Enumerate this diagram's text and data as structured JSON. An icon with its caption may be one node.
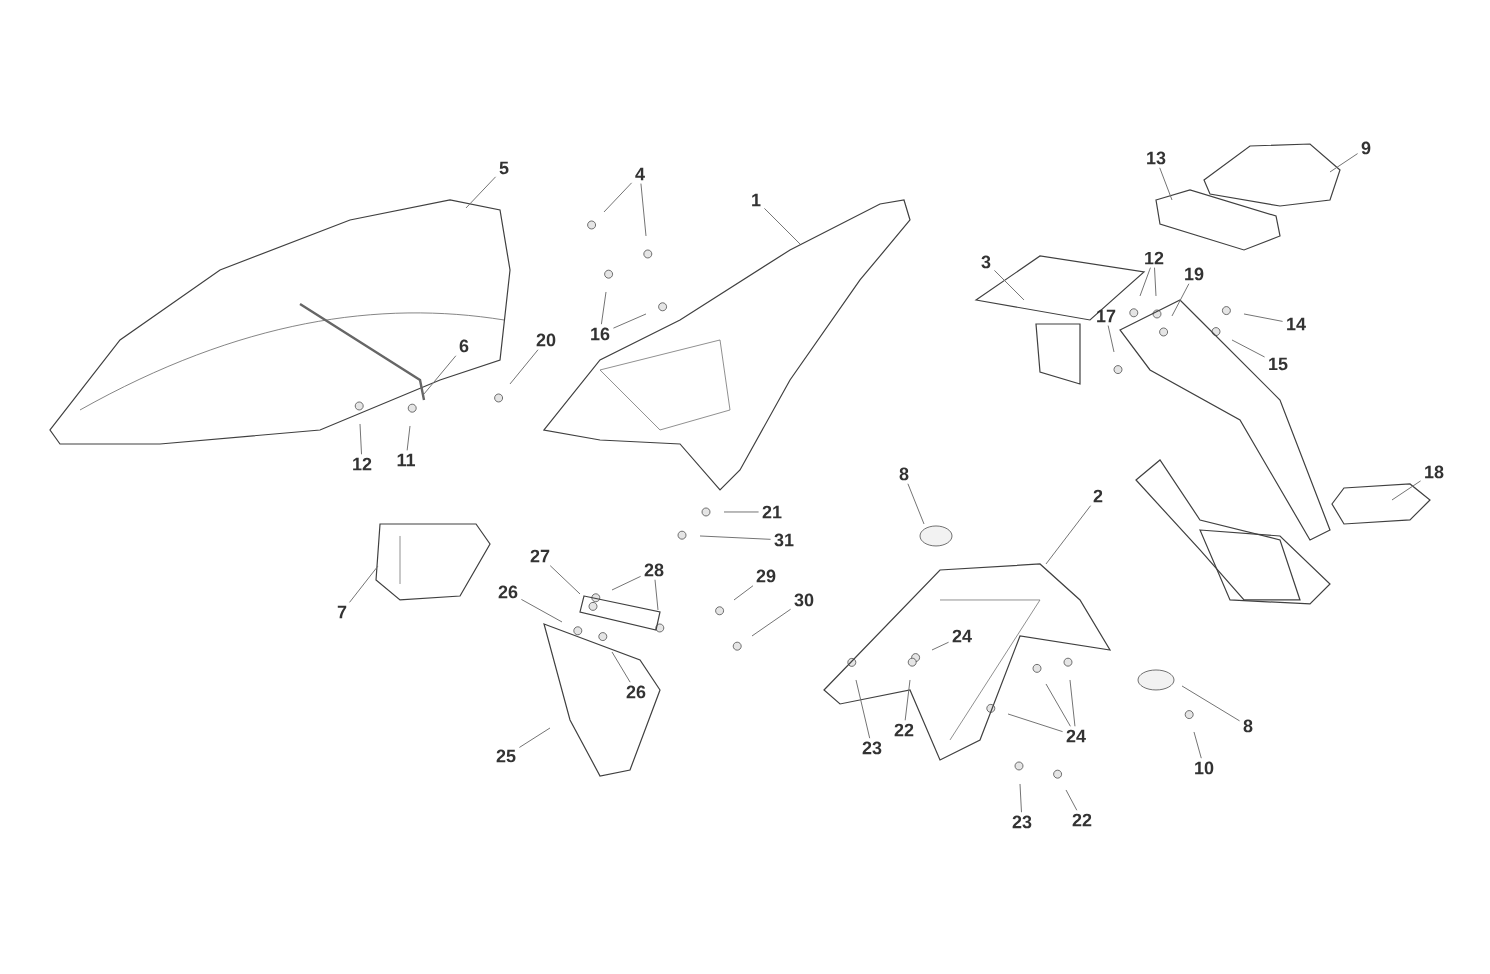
{
  "diagram": {
    "nodes": [
      {
        "text": [
          "9"
        ]
      },
      {
        "text": [
          "13"
        ]
      },
      {
        "text": [
          "5"
        ]
      },
      {
        "text": [
          "4"
        ]
      },
      {
        "text": [
          "1"
        ]
      },
      {
        "text": [
          "3"
        ]
      },
      {
        "text": [
          "12"
        ]
      },
      {
        "text": [
          "19"
        ]
      },
      {
        "text": [
          "17"
        ]
      },
      {
        "text": [
          "14"
        ]
      },
      {
        "text": [
          "16"
        ]
      },
      {
        "text": [
          "20"
        ]
      },
      {
        "text": [
          "6"
        ]
      },
      {
        "text": [
          "15"
        ]
      },
      {
        "text": [
          "12"
        ]
      },
      {
        "text": [
          "11"
        ]
      },
      {
        "text": [
          "8"
        ]
      },
      {
        "text": [
          "18"
        ]
      },
      {
        "text": [
          "2"
        ]
      },
      {
        "text": [
          "21"
        ]
      },
      {
        "text": [
          "31"
        ]
      },
      {
        "text": [
          "27"
        ]
      },
      {
        "text": [
          "28"
        ]
      },
      {
        "text": [
          "29"
        ]
      },
      {
        "text": [
          "26"
        ]
      },
      {
        "text": [
          "30"
        ]
      },
      {
        "text": [
          "7"
        ]
      },
      {
        "text": [
          "24"
        ]
      },
      {
        "text": [
          "26"
        ]
      },
      {
        "text": [
          "22"
        ]
      },
      {
        "text": [
          "8"
        ]
      },
      {
        "text": [
          "24"
        ]
      },
      {
        "text": [
          "23"
        ]
      },
      {
        "text": [
          "25"
        ]
      },
      {
        "text": [
          "10"
        ]
      },
      {
        "text": [
          "23"
        ]
      },
      {
        "text": [
          "22"
        ]
      }
    ],
    "edges": [
      {
        "from": 0,
        "to": null,
        "arrow": "none"
      },
      {
        "from": 1,
        "to": null,
        "arrow": "none"
      },
      {
        "from": 2,
        "to": null,
        "arrow": "none"
      },
      {
        "from": 3,
        "to": null,
        "arrow": "none"
      },
      {
        "from": 3,
        "to": null,
        "arrow": "none"
      },
      {
        "from": 4,
        "to": null,
        "arrow": "none"
      },
      {
        "from": 5,
        "to": null,
        "arrow": "none"
      },
      {
        "from": 6,
        "to": null,
        "arrow": "none"
      },
      {
        "from": 6,
        "to": null,
        "arrow": "none"
      },
      {
        "from": 7,
        "to": null,
        "arrow": "none"
      },
      {
        "from": 8,
        "to": null,
        "arrow": "none"
      },
      {
        "from": 9,
        "to": null,
        "arrow": "none"
      },
      {
        "from": 10,
        "to": null,
        "arrow": "none"
      },
      {
        "from": 10,
        "to": null,
        "arrow": "none"
      },
      {
        "from": 11,
        "to": null,
        "arrow": "none"
      },
      {
        "from": 12,
        "to": null,
        "arrow": "none"
      },
      {
        "from": 13,
        "to": null,
        "arrow": "none"
      },
      {
        "from": 14,
        "to": null,
        "arrow": "none"
      },
      {
        "from": 15,
        "to": null,
        "arrow": "none"
      },
      {
        "from": 16,
        "to": null,
        "arrow": "none"
      },
      {
        "from": 17,
        "to": null,
        "arrow": "none"
      },
      {
        "from": 18,
        "to": null,
        "arrow": "none"
      },
      {
        "from": 19,
        "to": null,
        "arrow": "none"
      },
      {
        "from": 20,
        "to": null,
        "arrow": "none"
      },
      {
        "from": 21,
        "to": null,
        "arrow": "none"
      },
      {
        "from": 22,
        "to": null,
        "arrow": "none"
      },
      {
        "from": 22,
        "to": null,
        "arrow": "none"
      },
      {
        "from": 23,
        "to": null,
        "arrow": "none"
      },
      {
        "from": 24,
        "to": null,
        "arrow": "none"
      },
      {
        "from": 25,
        "to": null,
        "arrow": "none"
      },
      {
        "from": 26,
        "to": null,
        "arrow": "none"
      },
      {
        "from": 27,
        "to": null,
        "arrow": "none"
      },
      {
        "from": 28,
        "to": null,
        "arrow": "none"
      },
      {
        "from": 29,
        "to": null,
        "arrow": "none"
      },
      {
        "from": 30,
        "to": null,
        "arrow": "none"
      },
      {
        "from": 31,
        "to": null,
        "arrow": "none"
      },
      {
        "from": 31,
        "to": null,
        "arrow": "none"
      },
      {
        "from": 31,
        "to": null,
        "arrow": "none"
      },
      {
        "from": 32,
        "to": null,
        "arrow": "none"
      },
      {
        "from": 33,
        "to": null,
        "arrow": "none"
      },
      {
        "from": 34,
        "to": null,
        "arrow": "none"
      },
      {
        "from": 35,
        "to": null,
        "arrow": "none"
      },
      {
        "from": 36,
        "to": null,
        "arrow": "none"
      }
    ]
  }
}
